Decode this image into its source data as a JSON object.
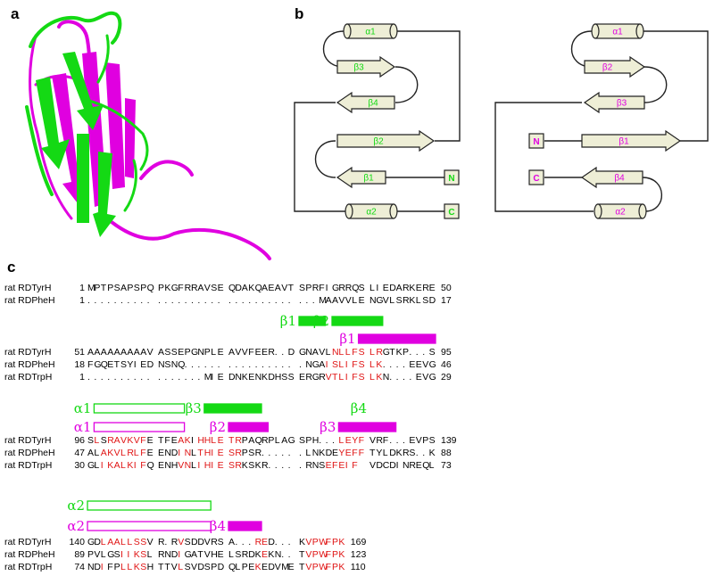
{
  "panels": {
    "a": "a",
    "b": "b",
    "c": "c"
  },
  "colors": {
    "green": "#14d914",
    "magenta": "#e000e0",
    "red": "#e01414",
    "element_fill": "#eeeed6"
  },
  "topology": {
    "left": {
      "color": "green",
      "labels": {
        "a1": "α1",
        "b3": "β3",
        "b4": "β4",
        "b2": "β2",
        "b1": "β1",
        "a2": "α2",
        "N": "N",
        "C": "C"
      }
    },
    "right": {
      "color": "magenta",
      "labels": {
        "a1": "α1",
        "b2": "β2",
        "b3": "β3",
        "N": "N",
        "b1": "β1",
        "C": "C",
        "b4": "β4",
        "a2": "α2"
      }
    }
  },
  "alignment": {
    "blocks": [
      {
        "rows": [
          {
            "name": "rat RDTyrH",
            "start": "1",
            "end": "50",
            "groups": [
              "MPTPSAPSPQ",
              "PKGFRRAVSE",
              "QDAKQAEAVT",
              "SPRFIGRRQS",
              "LIEDARKERE"
            ],
            "red": [
              "",
              "",
              "",
              "",
              ""
            ]
          },
          {
            "name": "rat RDPheH",
            "start": "1",
            "end": "17",
            "groups": [
              "..........",
              "..........",
              "..........",
              "...MAAVVLE",
              "NGVLSRKLSD"
            ],
            "red": [
              "",
              "",
              "",
              "",
              ""
            ]
          }
        ]
      },
      {
        "rows": [
          {
            "name": "rat RDTyrH",
            "start": "51",
            "end": "95",
            "groups": [
              "AAAAAAAAAV",
              "ASSEPGNPLE",
              "AVVFEER..D",
              "GNAVLNLLFS",
              "LRGTKP...S"
            ],
            "red": [
              "",
              "",
              "",
              "0000011111",
              "1100000000"
            ]
          },
          {
            "name": "rat RDPheH",
            "start": "18",
            "end": "46",
            "groups": [
              "FGQETSYIED",
              "NSNQ......",
              "..........",
              ".NGAISLIFS",
              "LK....EEVG"
            ],
            "red": [
              "",
              "",
              "",
              "0000111111",
              "1100000000"
            ]
          },
          {
            "name": "rat RDTrpH",
            "start": "1",
            "end": "29",
            "groups": [
              "..........",
              ".......MIE",
              "DNKENKDHSS",
              "ERGRVTLIFS",
              "LKN....EVG"
            ],
            "red": [
              "",
              "",
              "",
              "0000111111",
              "1100000000"
            ]
          }
        ]
      },
      {
        "rows": [
          {
            "name": "rat RDTyrH",
            "start": "96",
            "end": "139",
            "groups": [
              "SLSRAVKVFE",
              "TFEAKIHHLE",
              "TRPAQRPLAG",
              "SPH...LEYF",
              "VRF...EVPS"
            ],
            "red": [
              "0101111110",
              "0001101111",
              "1100000000",
              "0000001111",
              ""
            ]
          },
          {
            "name": "rat RDPheH",
            "start": "47",
            "end": "88",
            "groups": [
              "ALAKVLRLFE",
              "ENDINLTHIE",
              "SRPSR.....",
              ".LNKDEYEFF",
              "TYLDKRS..K"
            ],
            "red": [
              "0011111110",
              "0001101111",
              "1100000000",
              "0000001111",
              ""
            ]
          },
          {
            "name": "rat RDTrpH",
            "start": "30",
            "end": "73",
            "groups": [
              "GLIKALKIFQ",
              "ENHVNLIHIE",
              "SRKSKR....",
              ".RNSEFEIF",
              "VDCDINREQL"
            ],
            "red": [
              "0011111110",
              "0001101111",
              "1100000000",
              "000011111",
              ""
            ]
          }
        ]
      },
      {
        "rows": [
          {
            "name": "rat RDTyrH",
            "start": "140",
            "end": "169",
            "groups": [
              "GDLAALLSSV",
              "R.RVSDDVRS",
              "A...RED...",
              "KVPWFPK"
            ],
            "red": [
              "0011111110",
              "0001000000",
              "0000110000",
              "0111111"
            ]
          },
          {
            "name": "rat RDPheH",
            "start": "89",
            "end": "123",
            "groups": [
              "PVLGSIIKSL",
              "RNDIGATVHE",
              "LSRDKEKN..",
              "TVPWFPK"
            ],
            "red": [
              "0000011110",
              "0001000000",
              "0000010000",
              "0111111"
            ]
          },
          {
            "name": "rat RDTrpH",
            "start": "74",
            "end": "110",
            "groups": [
              "NDIFPLLKSH",
              "TTVLSVDSPD",
              "QLPEKEDVME",
              "TVPWFPK"
            ],
            "red": [
              "0010011110",
              "0001000000",
              "0000100000",
              "0111111"
            ]
          }
        ]
      }
    ]
  },
  "ss_elements": [
    {
      "label": "β1",
      "color": "green",
      "filled": true,
      "block": 1,
      "from": 31,
      "to": 34
    },
    {
      "label": "β2",
      "color": "green",
      "filled": true,
      "block": 1,
      "from": 36,
      "to": 42
    },
    {
      "label": "β1",
      "color": "magenta",
      "filled": true,
      "block": 1,
      "from": 40,
      "to": 50
    },
    {
      "label": "α1",
      "color": "green",
      "filled": false,
      "block": 2,
      "from": 2,
      "to": 14
    },
    {
      "label": "β3",
      "color": "green",
      "filled": true,
      "block": 2,
      "from": 18,
      "to": 25
    },
    {
      "label": "β4",
      "color": "green",
      "filled": true,
      "block": 2,
      "from": 41,
      "to": 54
    },
    {
      "label": "α1",
      "color": "magenta",
      "filled": false,
      "block": 2,
      "from": 2,
      "to": 14
    },
    {
      "label": "β2",
      "color": "magenta",
      "filled": true,
      "block": 2,
      "from": 21,
      "to": 26
    },
    {
      "label": "β3",
      "color": "magenta",
      "filled": true,
      "block": 2,
      "from": 37,
      "to": 44
    },
    {
      "label": "",
      "color": "magenta",
      "filled": false,
      "block": 2,
      "from": 53,
      "to": 54
    },
    {
      "label": "α2",
      "color": "green",
      "filled": false,
      "block": 3,
      "from": 1,
      "to": 18
    },
    {
      "label": "α2",
      "color": "magenta",
      "filled": false,
      "block": 3,
      "from": 1,
      "to": 18
    },
    {
      "label": "β4",
      "color": "magenta",
      "filled": true,
      "block": 3,
      "from": 21,
      "to": 25
    }
  ]
}
